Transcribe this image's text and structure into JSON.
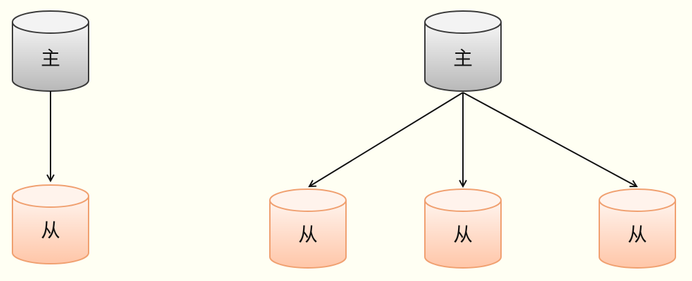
{
  "diagram": {
    "left": {
      "master_label": "主",
      "slave_label": "从"
    },
    "right": {
      "master_label": "主",
      "slaves": [
        {
          "label": "从"
        },
        {
          "label": "从"
        },
        {
          "label": "从"
        }
      ]
    }
  },
  "colors": {
    "master_fill_top": "#f2f2f2",
    "master_fill_bottom": "#bdbdbd",
    "master_stroke": "#3a3a3a",
    "slave_fill_top": "#fff2ea",
    "slave_fill_bottom": "#ffc9ad",
    "slave_stroke": "#f0a070",
    "arrow": "#111111",
    "background": "#fffff3"
  }
}
